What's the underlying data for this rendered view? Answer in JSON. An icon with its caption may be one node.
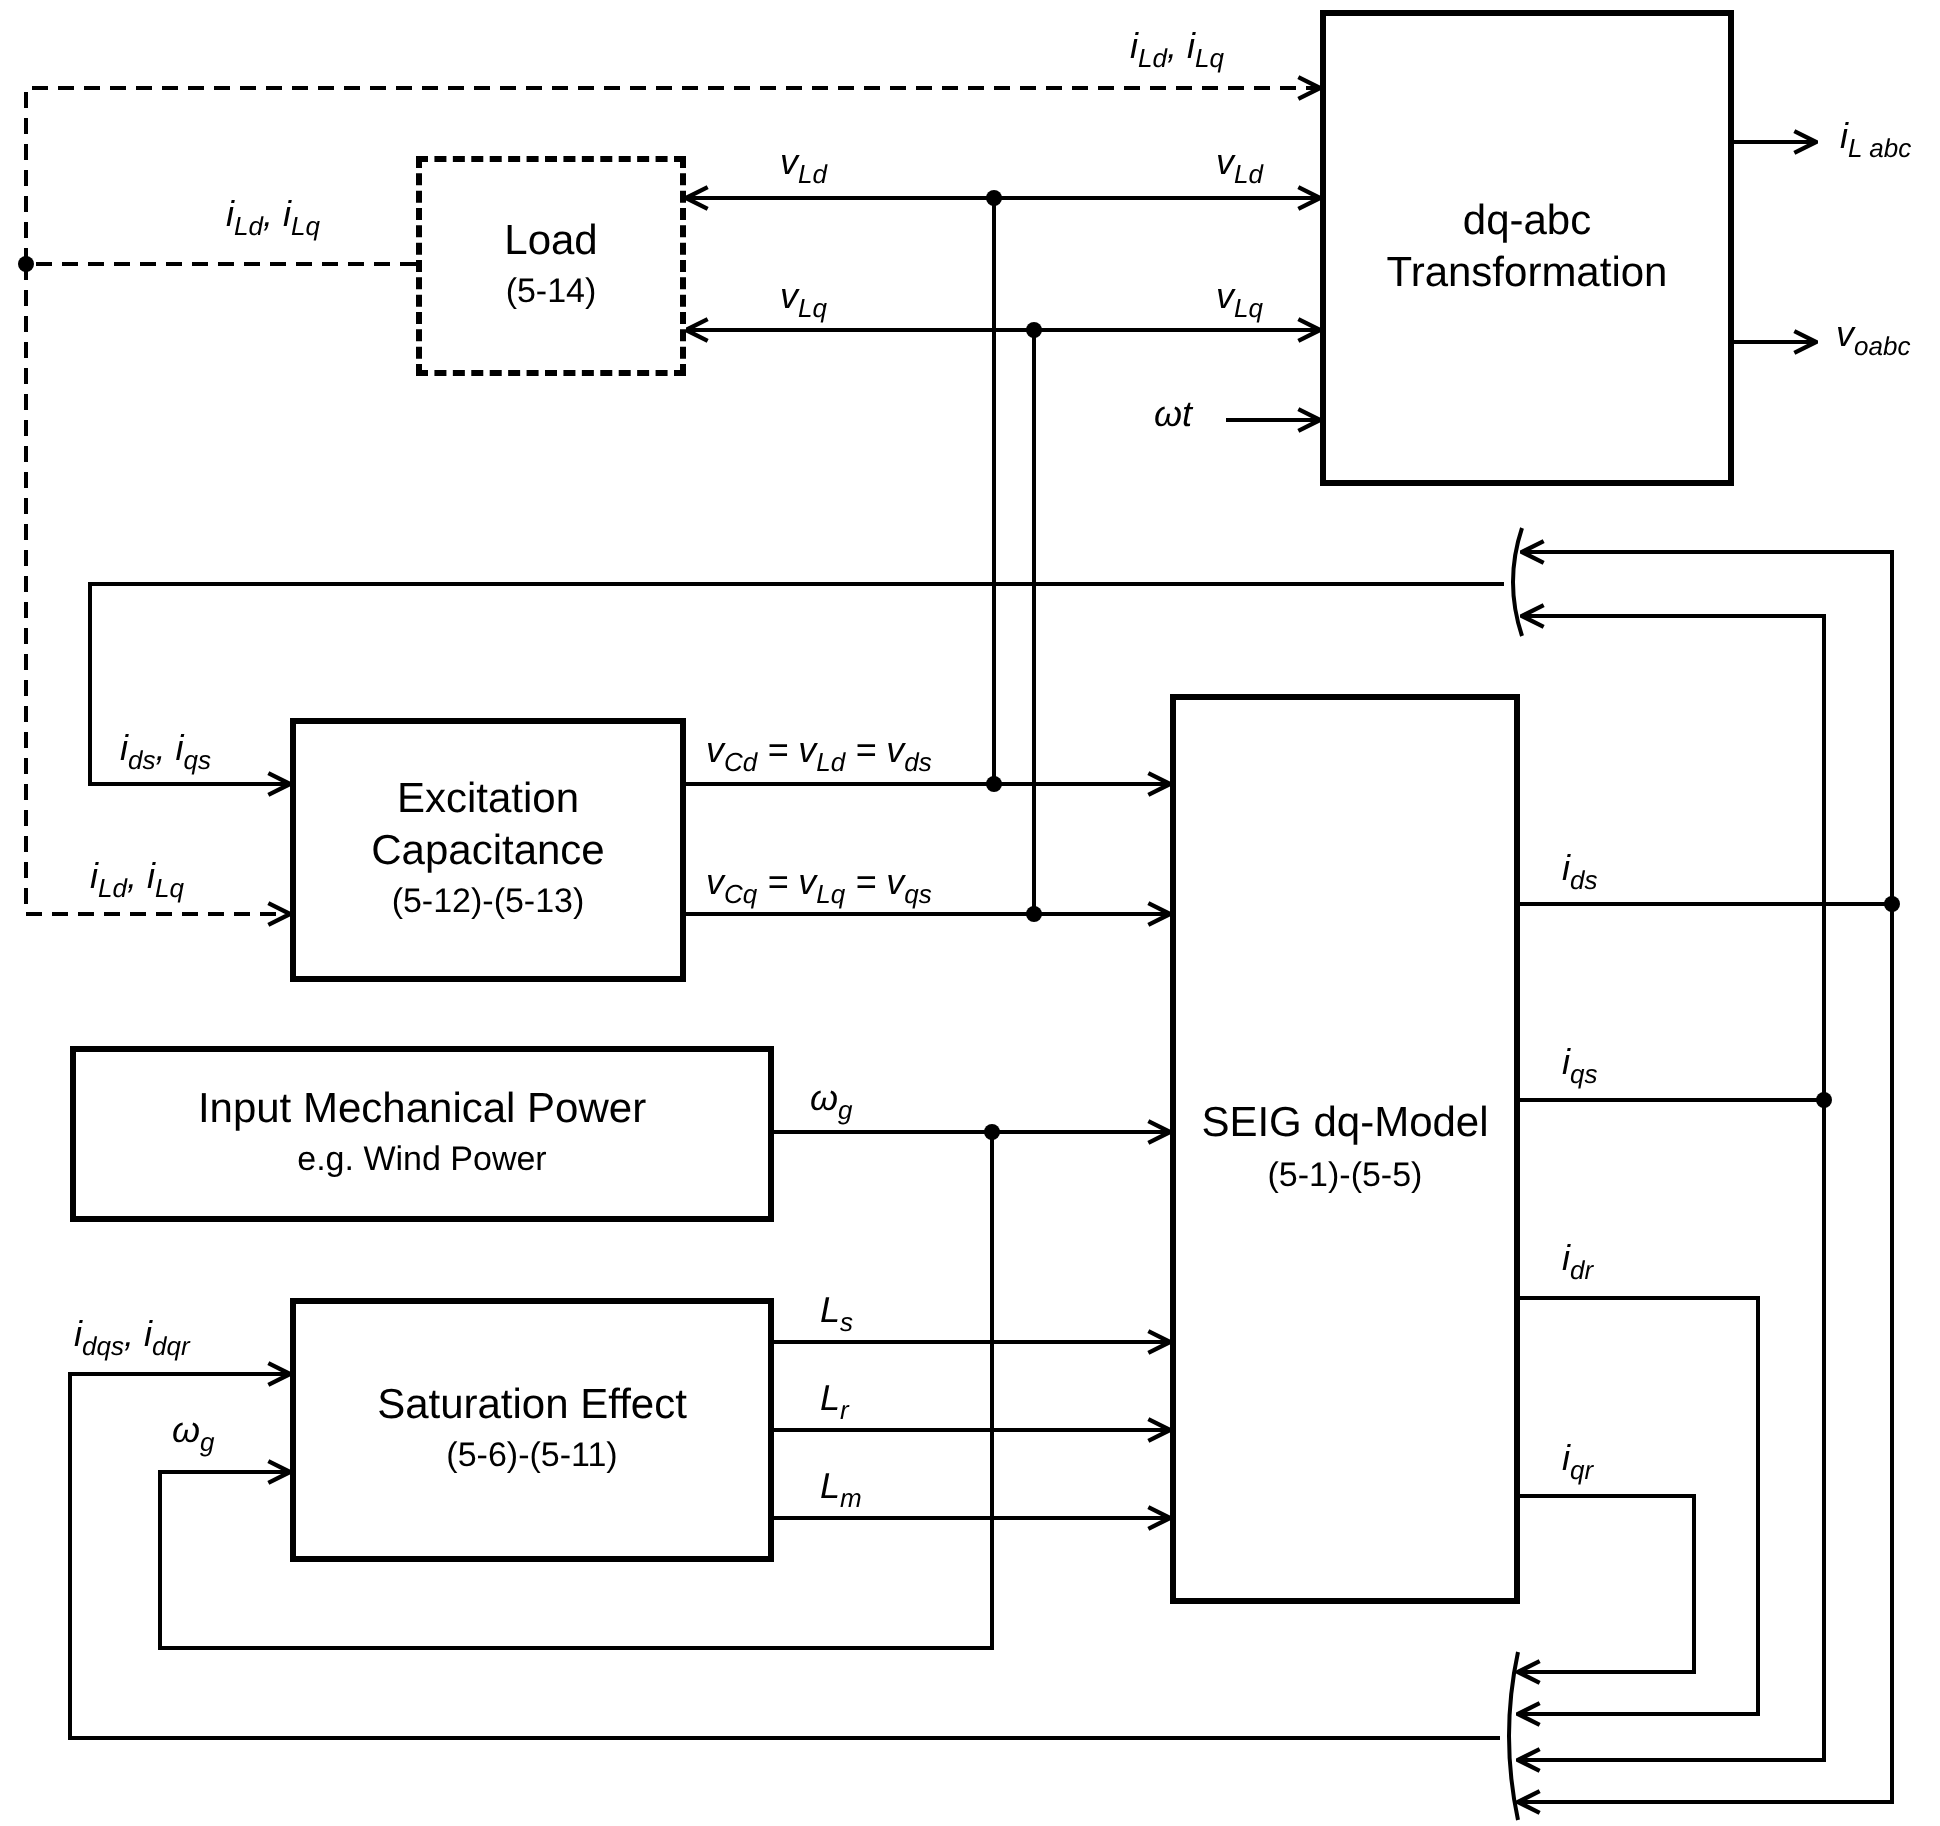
{
  "diagram": {
    "nodes": [
      {
        "text": [
          "Load",
          "(5-14)"
        ]
      },
      {
        "text": [
          "dq-abc Transformation"
        ]
      },
      {
        "text": [
          "Excitation Capacitance",
          "(5-12)-(5-13)"
        ]
      },
      {
        "text": [
          "Input Mechanical Power",
          "e.g. Wind Power"
        ]
      },
      {
        "text": [
          "SEIG dq-Model",
          "(5-1)-(5-5)"
        ]
      },
      {
        "text": [
          "Saturation Effect",
          "(5-6)-(5-11)"
        ]
      },
      {
        "text": [],
        "shape": "bar"
      },
      {
        "text": [],
        "shape": "bar"
      }
    ],
    "edges": [
      {
        "from": 0,
        "to": 1,
        "arrow": "to",
        "style": "dashed",
        "label": "i$_{Ld}$, i$_{Lq}$"
      },
      {
        "from": 0,
        "to": 2,
        "arrow": "to",
        "style": "dashed",
        "label": "i$_{Ld}$, i$_{Lq}$"
      },
      {
        "from": 2,
        "to": 4,
        "arrow": "to",
        "label": "v$_{Cd}$ = v$_{Ld}$ = v$_{ds}$"
      },
      {
        "from": 2,
        "to": 0,
        "arrow": "to",
        "label": "v$_{Ld}$"
      },
      {
        "from": 2,
        "to": 1,
        "arrow": "to",
        "label": "v$_{Ld}$"
      },
      {
        "from": 2,
        "to": 4,
        "arrow": "to",
        "label": "v$_{Cq}$ = v$_{Lq}$ = v$_{qs}$"
      },
      {
        "from": 2,
        "to": 0,
        "arrow": "to",
        "label": "v$_{Lq}$"
      },
      {
        "from": 2,
        "to": 1,
        "arrow": "to",
        "label": "v$_{Lq}$"
      },
      {
        "from": null,
        "to": 1,
        "arrow": "to",
        "label": "ωt"
      },
      {
        "from": 1,
        "to": null,
        "arrow": "to",
        "label": "i$_{L abc}$"
      },
      {
        "from": 1,
        "to": null,
        "arrow": "to",
        "label": "v$_{oabc}$"
      },
      {
        "from": 3,
        "to": 4,
        "arrow": "to",
        "label": "ω$_{g}$"
      },
      {
        "from": 3,
        "to": 5,
        "arrow": "to",
        "label": "ω$_{g}$"
      },
      {
        "from": 5,
        "to": 4,
        "arrow": "to",
        "label": "L$_{s}$"
      },
      {
        "from": 5,
        "to": 4,
        "arrow": "to",
        "label": "L$_{r}$"
      },
      {
        "from": 5,
        "to": 4,
        "arrow": "to",
        "label": "L$_{m}$"
      },
      {
        "from": 4,
        "to": 6,
        "arrow": "to",
        "label": "i$_{ds}$"
      },
      {
        "from": 4,
        "to": 7,
        "arrow": "to"
      },
      {
        "from": 4,
        "to": 6,
        "arrow": "to",
        "label": "i$_{qs}$"
      },
      {
        "from": 4,
        "to": 7,
        "arrow": "to"
      },
      {
        "from": 4,
        "to": 7,
        "arrow": "to",
        "label": "i$_{dr}$"
      },
      {
        "from": 4,
        "to": 7,
        "arrow": "to",
        "label": "i$_{qr}$"
      },
      {
        "from": 6,
        "to": 2,
        "arrow": "to",
        "label": "i$_{ds}$, i$_{qs}$"
      },
      {
        "from": 7,
        "to": 5,
        "arrow": "to",
        "label": "i$_{dqs}$, i$_{dqr}$"
      }
    ],
    "labels": [
      "i$_{Ld}$, i$_{Lq}$"
    ]
  }
}
